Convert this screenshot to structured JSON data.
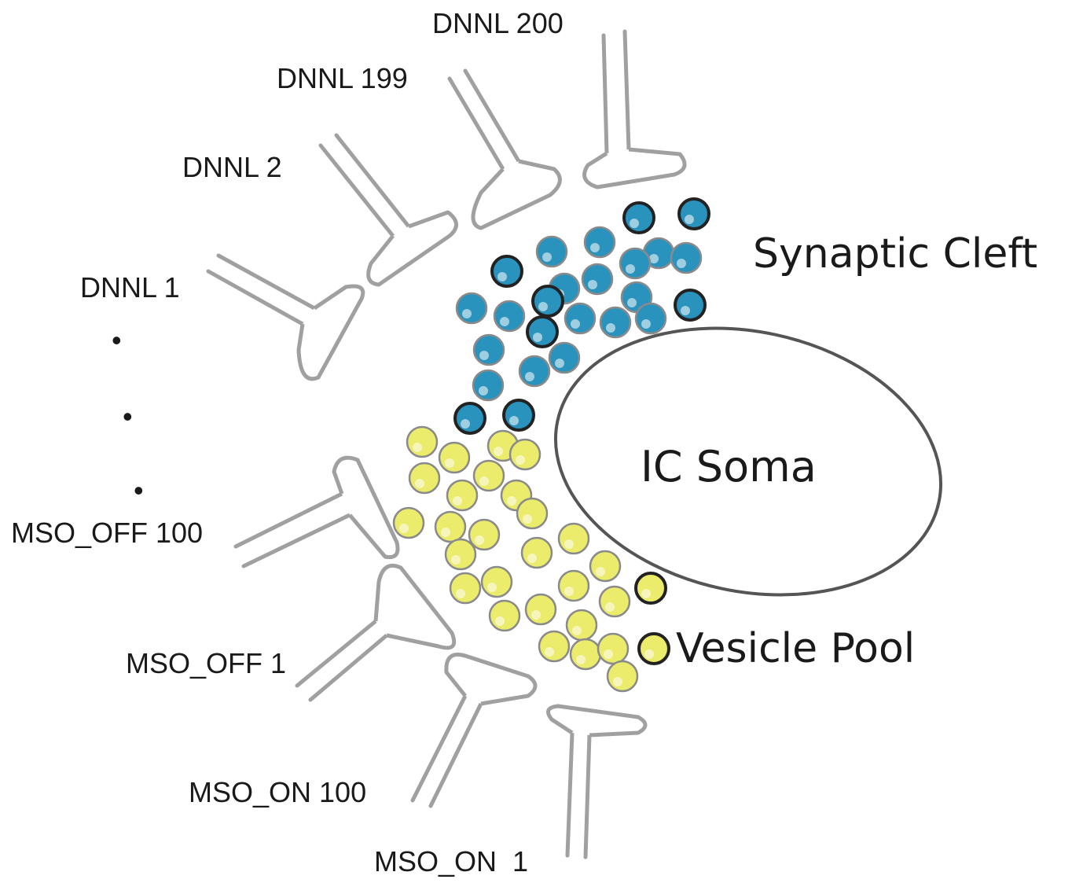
{
  "inputs": {
    "dnnl_200": "DNNL 200",
    "dnnl_199": "DNNL 199",
    "dnnl_2": "DNNL 2",
    "dnnl_1": "DNNL 1",
    "mso_off_100": "MSO_OFF 100",
    "mso_off_1": "MSO_OFF 1",
    "mso_on_100": "MSO_ON 100",
    "mso_on_1": "MSO_ON  1",
    "ellipsis_dots": "•"
  },
  "labels": {
    "synaptic_cleft": "Synaptic Cleft",
    "vesicle_pool": "Vesicle Pool",
    "ic_soma": "IC Soma"
  },
  "colors": {
    "synaptic_vesicle": "#2a93bd",
    "pool_vesicle": "#ecec6c",
    "outline_dark": "#222222",
    "outline_light": "#8a8a8a",
    "terminal_stroke": "#a0a0a0"
  }
}
